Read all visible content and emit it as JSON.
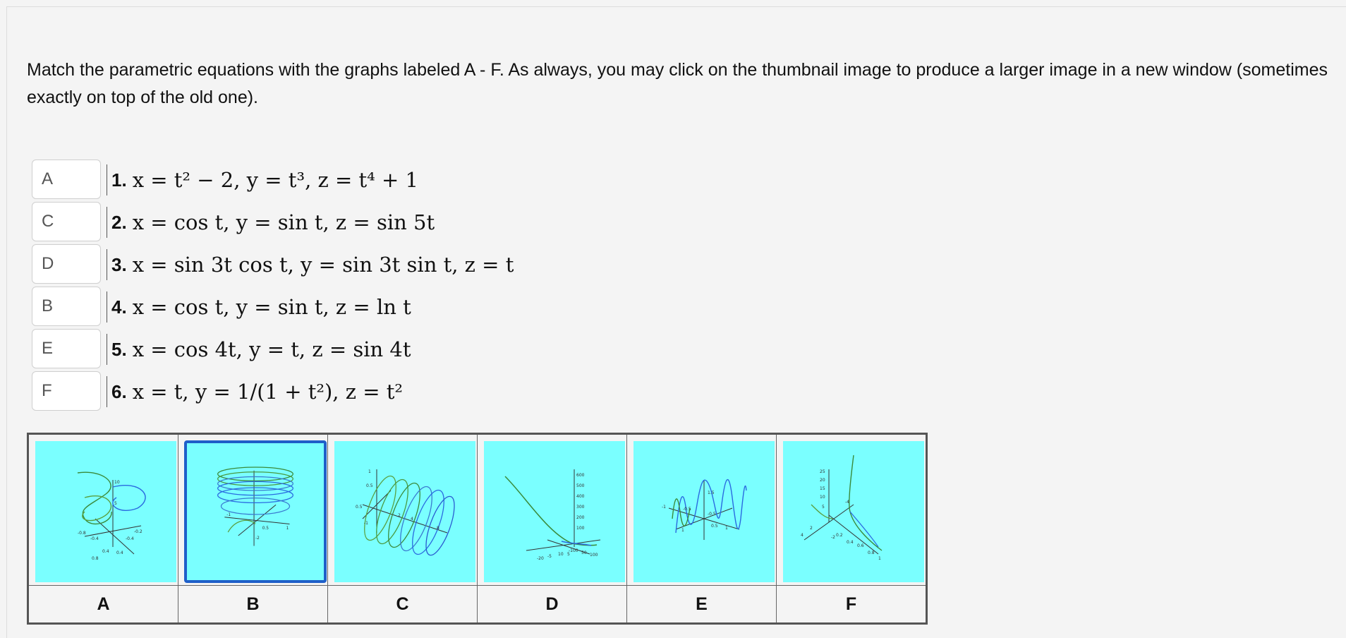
{
  "instructions": "Match the parametric equations with the graphs labeled A - F. As always, you may click on the thumbnail image to produce a larger image in a new window (sometimes exactly on top of the old one).",
  "matches": [
    {
      "value": "A",
      "number": "1.",
      "equation": "x = t² − 2, y = t³, z = t⁴ + 1"
    },
    {
      "value": "C",
      "number": "2.",
      "equation": "x = cos t, y = sin t, z = sin 5t"
    },
    {
      "value": "D",
      "number": "3.",
      "equation": "x = sin 3t cos t, y = sin 3t sin t, z = t"
    },
    {
      "value": "B",
      "number": "4.",
      "equation": "x = cos t, y = sin t, z = ln t"
    },
    {
      "value": "E",
      "number": "5.",
      "equation": "x = cos 4t, y = t, z = sin 4t"
    },
    {
      "value": "F",
      "number": "6.",
      "equation": "x = t, y = 1/(1 + t²), z = t²"
    }
  ],
  "graphs": {
    "labels": [
      "A",
      "B",
      "C",
      "D",
      "E",
      "F"
    ],
    "selected": "B",
    "background_color": "#7affff"
  }
}
